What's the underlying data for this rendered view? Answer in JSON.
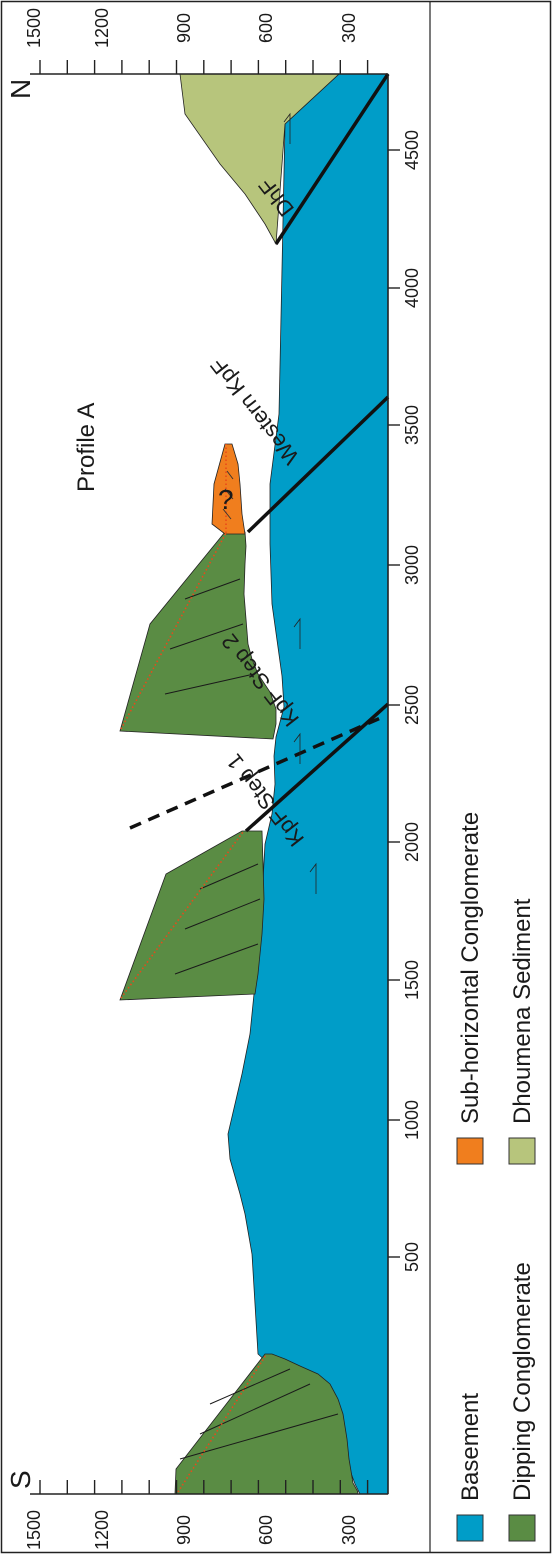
{
  "title": "Profile A",
  "orientation": {
    "south": "S",
    "north": "N"
  },
  "elevation_ticks": [
    "1500",
    "1200",
    "900",
    "600",
    "300"
  ],
  "distance_ticks": [
    "500",
    "1000",
    "1500",
    "2000",
    "2500",
    "3000",
    "3500",
    "4000",
    "4500"
  ],
  "fault_labels": {
    "kpf_step1": "KpF Step 1",
    "kpf_step2": "KpF Step 2",
    "western_kpf": "Western KpF",
    "dhf": "DhF"
  },
  "uncertainty_mark": "?",
  "legend": [
    {
      "label": "Basement",
      "color": "#009dc8"
    },
    {
      "label": "Dipping Conglomerate",
      "color": "#5a8c44"
    },
    {
      "label": "Sub-horizontal Conglomerate",
      "color": "#f07e1e"
    },
    {
      "label": "Dhoumena Sediment",
      "color": "#b7c57c"
    }
  ],
  "colors": {
    "basement": "#009dc8",
    "dipping_conglomerate": "#5a8c44",
    "subhorizontal_conglomerate": "#f07e1e",
    "dhoumena_sediment": "#b7c57c",
    "fault": "#111111",
    "contact": "#e84a1a"
  }
}
